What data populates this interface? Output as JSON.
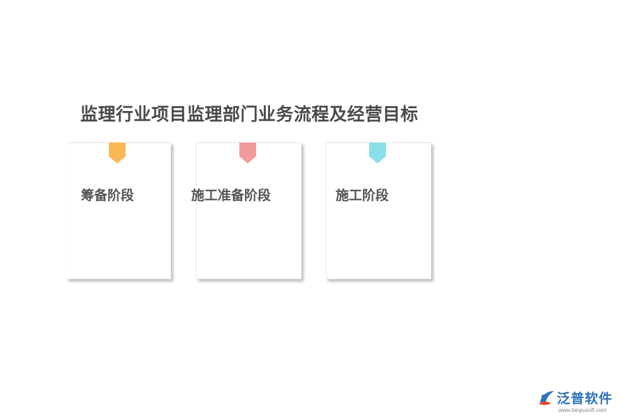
{
  "title": "监理行业项目监理部门业务流程及经营目标",
  "cards": [
    {
      "label": "筹备阶段",
      "color": "#fbb755"
    },
    {
      "label": "施工准备阶段",
      "color": "#f19a9b"
    },
    {
      "label": "施工阶段",
      "color": "#8bdfe9"
    }
  ],
  "logo": {
    "name": "泛普软件",
    "url": "www.fanpusoft.com",
    "mark_icon": "fanpu-logo-icon",
    "brand_color": "#2e73b8",
    "accent_color": "#e8452c"
  }
}
